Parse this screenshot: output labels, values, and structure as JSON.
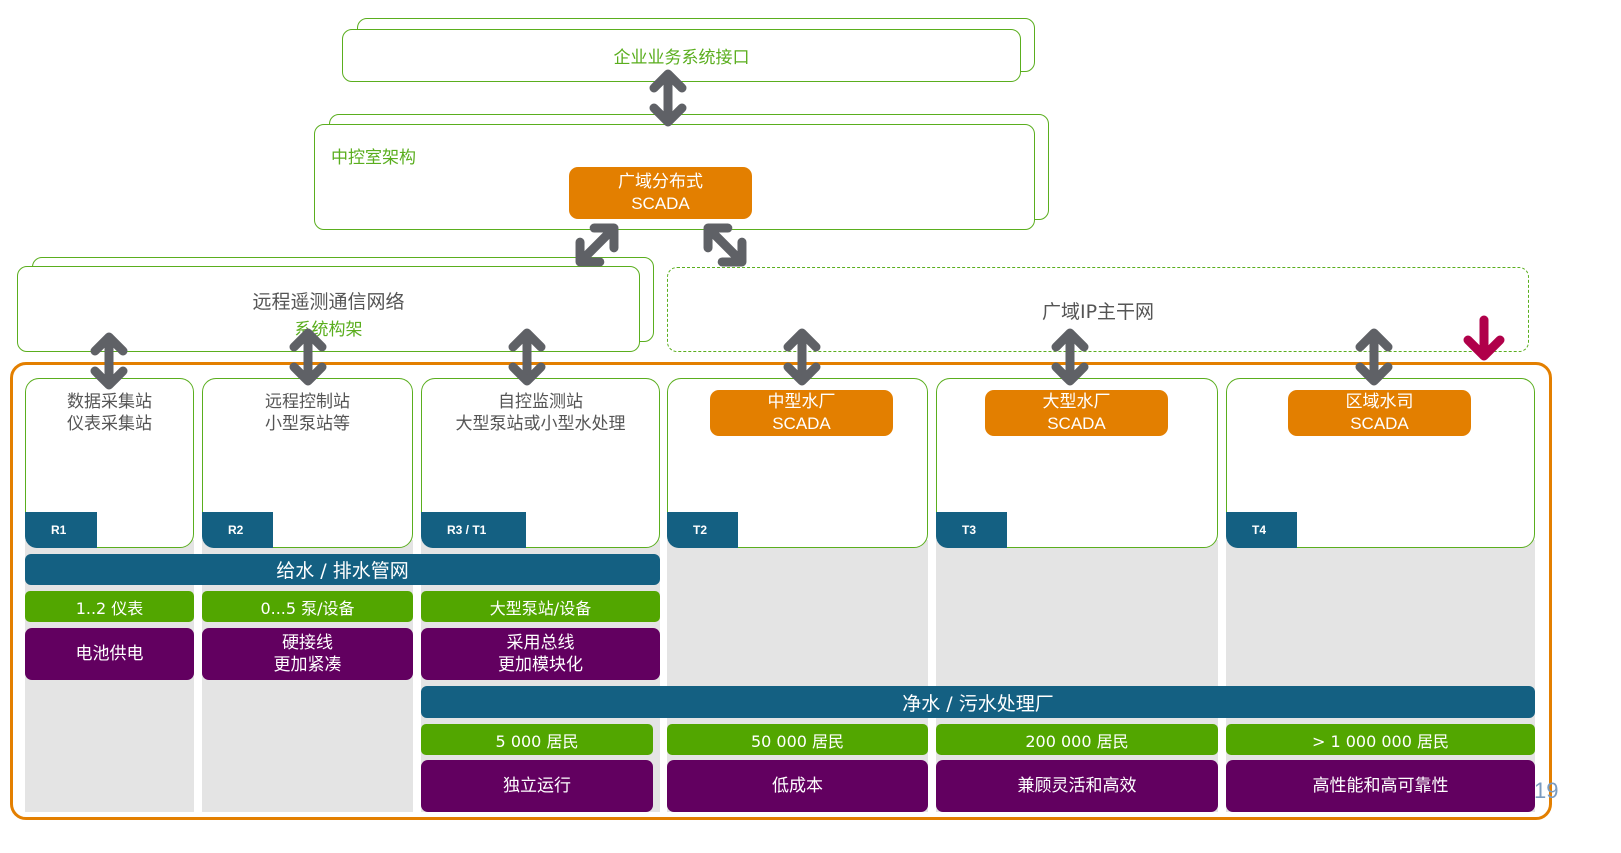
{
  "enterprise_interface": {
    "label": "企业业务系统接口"
  },
  "control_room": {
    "label": "中控室架构",
    "scada": {
      "line1": "广域分布式",
      "line2": "SCADA"
    }
  },
  "telemetry_network": {
    "title": "远程遥测通信网络",
    "subtitle": "系统构架"
  },
  "ip_backbone": {
    "label": "广域IP主干网"
  },
  "columns": [
    {
      "tag": "R1",
      "line1": "数据采集站",
      "line2": "仪表采集站"
    },
    {
      "tag": "R2",
      "line1": "远程控制站",
      "line2": "小型泵站等"
    },
    {
      "tag": "R3 / T1",
      "line1": "自控监测站",
      "line2": "大型泵站或小型水处理"
    },
    {
      "tag": "T2",
      "scada_line1": "中型水厂",
      "scada_line2": "SCADA"
    },
    {
      "tag": "T3",
      "scada_line1": "大型水厂",
      "scada_line2": "SCADA"
    },
    {
      "tag": "T4",
      "scada_line1": "区域水司",
      "scada_line2": "SCADA"
    }
  ],
  "pipe_network_bar": {
    "label": "给水 / 排水管网"
  },
  "pipe_network_green": [
    "1..2 仪表",
    "0...5 泵/设备",
    "大型泵站/设备"
  ],
  "pipe_network_purple": [
    {
      "line1": "电池供电",
      "line2": ""
    },
    {
      "line1": "硬接线",
      "line2": "更加紧凑"
    },
    {
      "line1": "采用总线",
      "line2": "更加模块化"
    }
  ],
  "plant_bar": {
    "label": "净水 / 污水处理厂"
  },
  "plant_green": [
    "5 000 居民",
    "50 000 居民",
    "200 000 居民",
    "> 1 000 000 居民"
  ],
  "plant_purple": [
    "独立运行",
    "低成本",
    "兼顾灵活和高效",
    "高性能和高可靠性"
  ],
  "page_number": "19",
  "colors": {
    "green": "#5aae1e",
    "orange": "#e37f00",
    "blue": "#146082",
    "purple": "#620060",
    "arrow_gray": "#5f6166",
    "highlight_arrow": "#b0004a"
  }
}
